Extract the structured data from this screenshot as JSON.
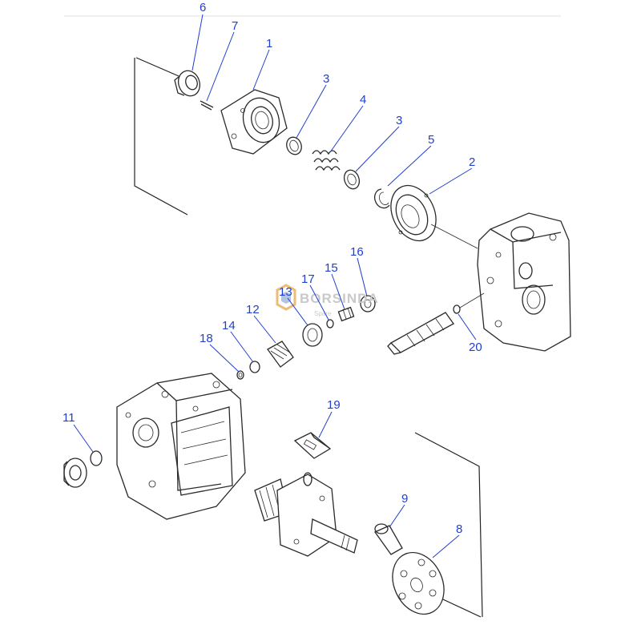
{
  "callouts": [
    {
      "id": "6",
      "text": "6"
    },
    {
      "id": "7",
      "text": "7"
    },
    {
      "id": "1",
      "text": "1"
    },
    {
      "id": "3a",
      "text": "3"
    },
    {
      "id": "4",
      "text": "4"
    },
    {
      "id": "3b",
      "text": "3"
    },
    {
      "id": "5",
      "text": "5"
    },
    {
      "id": "2",
      "text": "2"
    },
    {
      "id": "16",
      "text": "16"
    },
    {
      "id": "15",
      "text": "15"
    },
    {
      "id": "17",
      "text": "17"
    },
    {
      "id": "13",
      "text": "13"
    },
    {
      "id": "12",
      "text": "12"
    },
    {
      "id": "14",
      "text": "14"
    },
    {
      "id": "18",
      "text": "18"
    },
    {
      "id": "20",
      "text": "20"
    },
    {
      "id": "19",
      "text": "19"
    },
    {
      "id": "11",
      "text": "11"
    },
    {
      "id": "9",
      "text": "9"
    },
    {
      "id": "8",
      "text": "8"
    }
  ],
  "watermark": {
    "brand": "BORSINDA",
    "sub": "Spare"
  },
  "colors": {
    "callout": "#1f3fd0",
    "line": "#2a2a2a",
    "watermark": "#c9c9c9"
  }
}
